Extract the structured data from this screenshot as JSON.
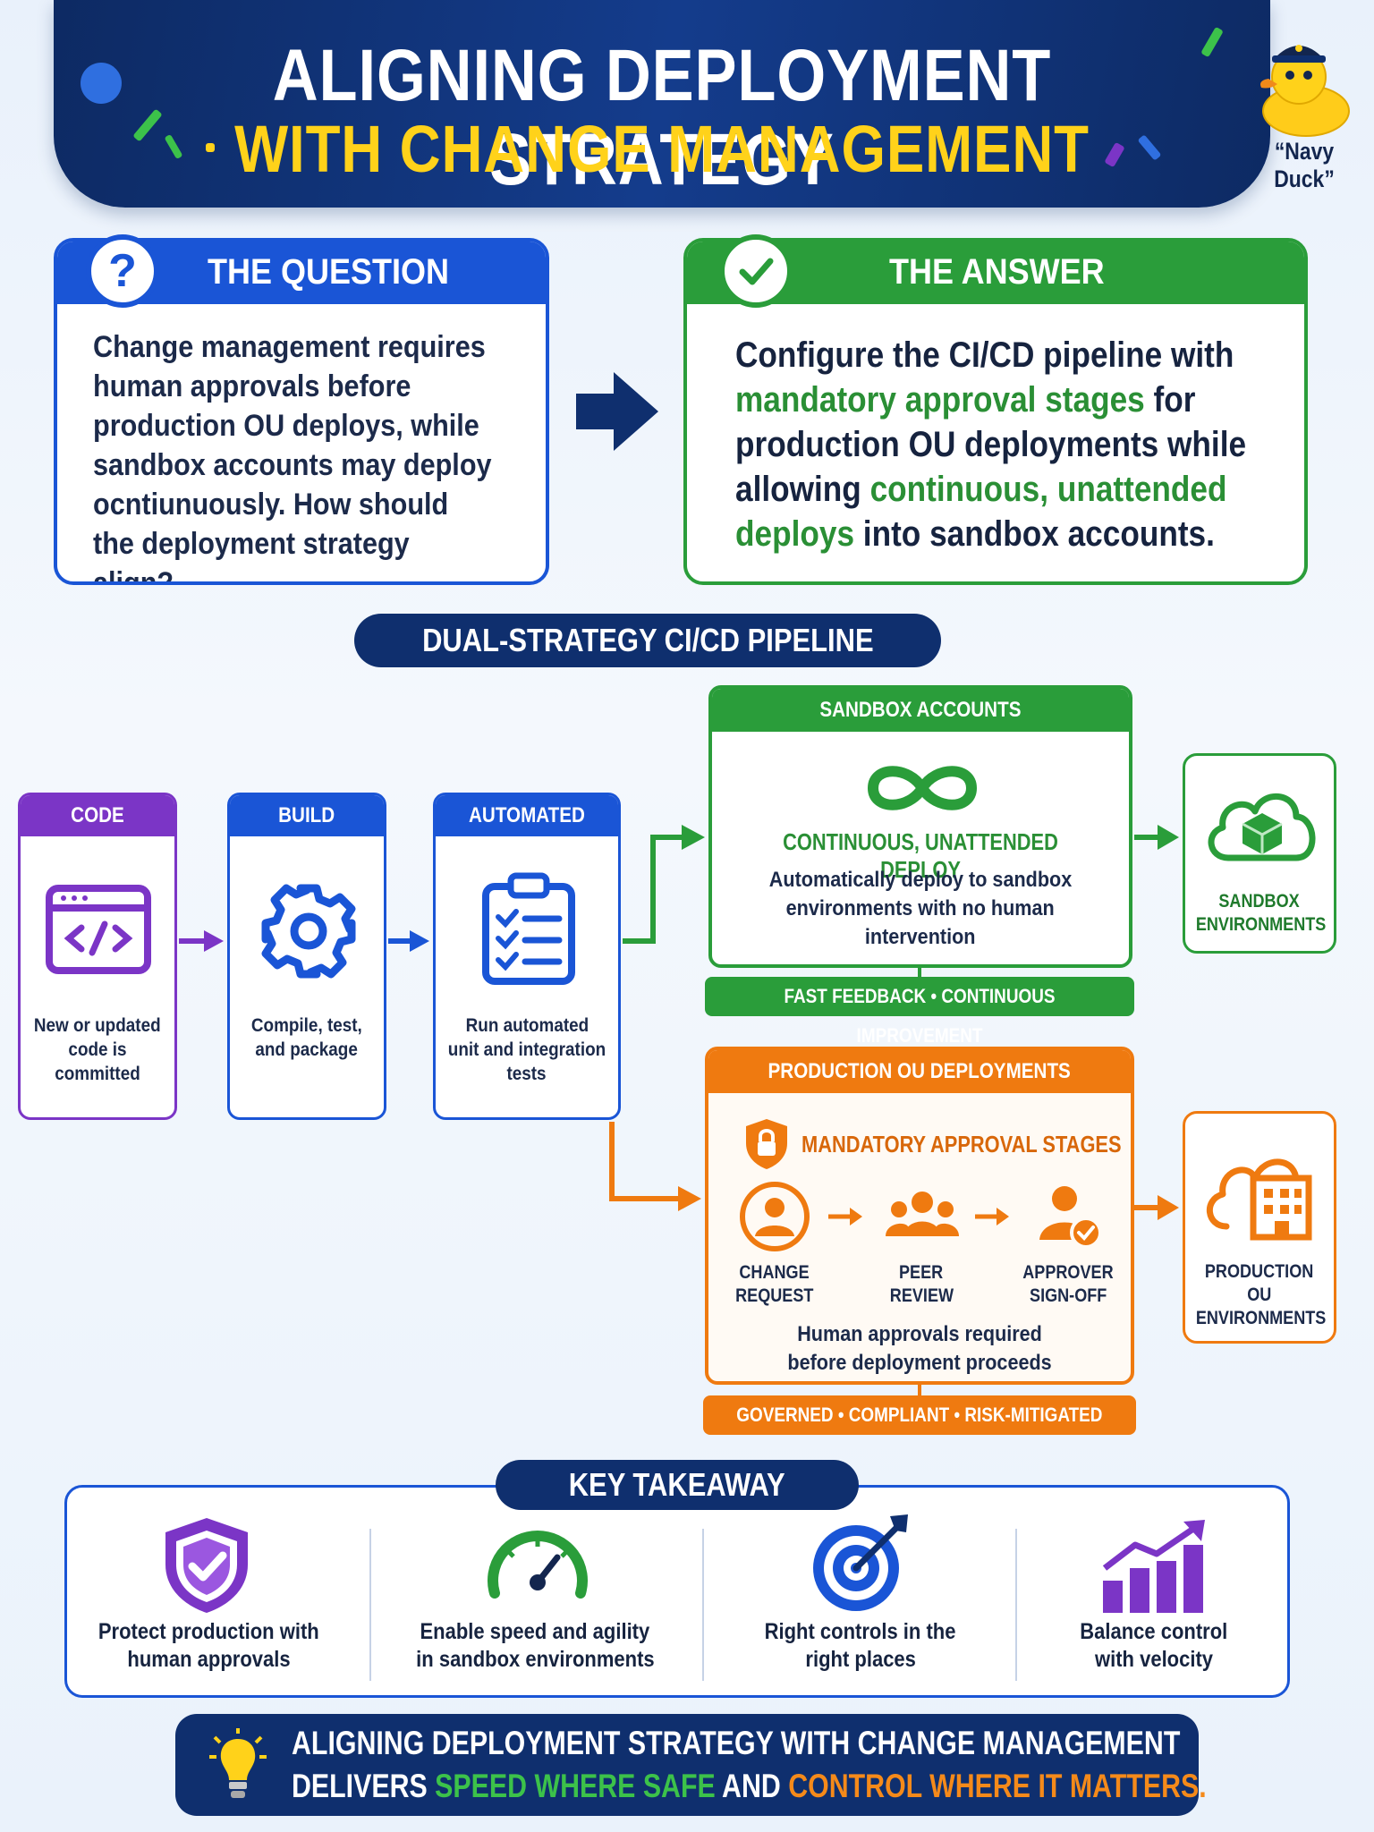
{
  "header": {
    "title_line1": "ALIGNING DEPLOYMENT STRATEGY",
    "title_line2": "WITH CHANGE MANAGEMENT",
    "mascot_caption": "“Navy Duck”"
  },
  "question": {
    "title": "THE QUESTION",
    "text": "Change management requires human approvals before production OU deploys, while sandbox accounts may deploy ocntiunuously. How should the deployment strategy align?"
  },
  "answer": {
    "title": "THE ANSWER",
    "part1": "Configure the CI/CD pipeline with ",
    "highlight1": "mandatory approval stages",
    "part2": " for production OU deployments while allowing ",
    "highlight2": "continuous, unattended deploys",
    "part3": " into sandbox accounts."
  },
  "pipeline": {
    "title": "DUAL-STRATEGY CI/CD PIPELINE",
    "stages": [
      {
        "title": "CODE COMMIT",
        "desc": [
          "New or updated",
          "code is committed"
        ],
        "icon": "code-window-icon",
        "color": "#7b35c6"
      },
      {
        "title": "BUILD",
        "desc": [
          "Compile, test,",
          "and package"
        ],
        "icon": "gear-icon",
        "color": "#1a55d6"
      },
      {
        "title": "AUTOMATED TESTS",
        "desc": [
          "Run automated",
          "unit and integration",
          "tests"
        ],
        "icon": "checklist-icon",
        "color": "#1a55d6"
      }
    ],
    "sandbox": {
      "header": "SANDBOX ACCOUNTS",
      "title": "CONTINUOUS, UNATTENDED DEPLOY",
      "desc": [
        "Automatically deploy to sandbox",
        "environments with no human",
        "intervention"
      ],
      "strip": "FAST FEEDBACK • CONTINUOUS IMPROVEMENT",
      "env": [
        "SANDBOX",
        "ENVIRONMENTS"
      ],
      "color": "#2a9d3a"
    },
    "production": {
      "header": "PRODUCTION OU DEPLOYMENTS",
      "subtitle": "MANDATORY APPROVAL STAGES",
      "steps": [
        {
          "label": [
            "CHANGE",
            "REQUEST"
          ]
        },
        {
          "label": [
            "PEER",
            "REVIEW"
          ]
        },
        {
          "label": [
            "APPROVER",
            "SIGN-OFF"
          ]
        }
      ],
      "desc": [
        "Human approvals required",
        "before deployment proceeds"
      ],
      "strip": "GOVERNED • COMPLIANT • RISK-MITIGATED",
      "env": [
        "PRODUCTION",
        "OU",
        "ENVIRONMENTS"
      ],
      "color": "#ef7a10"
    }
  },
  "takeaway": {
    "title": "KEY TAKEAWAY",
    "items": [
      {
        "text": [
          "Protect production with",
          "human approvals"
        ],
        "icon": "shield-check-icon"
      },
      {
        "text": [
          "Enable speed and agility",
          "in sandbox environments"
        ],
        "icon": "speedometer-icon"
      },
      {
        "text": [
          "Right controls in the",
          "right places"
        ],
        "icon": "target-icon"
      },
      {
        "text": [
          "Balance control",
          "with velocity"
        ],
        "icon": "growth-chart-icon"
      }
    ]
  },
  "banner": {
    "line1": "ALIGNING DEPLOYMENT STRATEGY WITH CHANGE MANAGEMENT",
    "line2_part1": "DELIVERS ",
    "line2_green": "SPEED WHERE SAFE",
    "line2_part2": " AND ",
    "line2_orange": "CONTROL WHERE IT MATTERS."
  }
}
